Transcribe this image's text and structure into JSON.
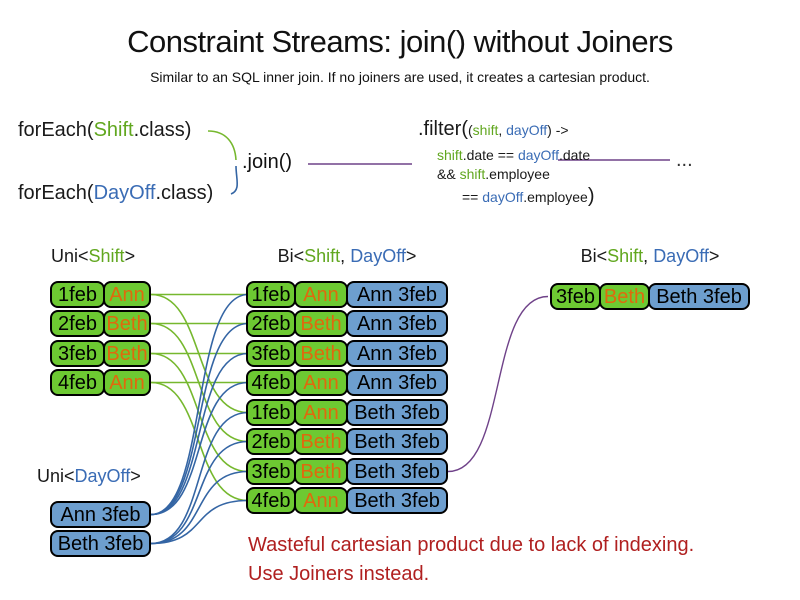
{
  "title": "Constraint Streams: join() without Joiners",
  "subtitle": "Similar to an SQL inner join. If no joiners are used, it creates a cartesian product.",
  "colors": {
    "box_green": "#6dc932",
    "box_blue": "#6d9ece",
    "name_orange": "#e0690d",
    "type_green": "#61a71f",
    "type_blue": "#3a6cb5",
    "line_green": "#76b82e",
    "line_blue": "#3465a4",
    "line_purple": "#6f4289",
    "warning_red": "#b02020"
  },
  "code": {
    "foreach_shift": [
      {
        "t": "forEach(",
        "c": "black"
      },
      {
        "t": "Shift",
        "c": "green"
      },
      {
        "t": ".class)",
        "c": "black"
      }
    ],
    "foreach_dayoff": [
      {
        "t": "forEach(",
        "c": "black"
      },
      {
        "t": "DayOff",
        "c": "blue"
      },
      {
        "t": ".class)",
        "c": "black"
      }
    ],
    "join_label": ".join()",
    "ellipsis": "...",
    "filter_l1": [
      {
        "t": ".filter(",
        "c": "black",
        "s": "lg"
      },
      {
        "t": "(",
        "c": "black"
      },
      {
        "t": "shift",
        "c": "green"
      },
      {
        "t": ", ",
        "c": "black"
      },
      {
        "t": "dayOff",
        "c": "blue"
      },
      {
        "t": ") ->",
        "c": "black"
      }
    ],
    "filter_l2": [
      {
        "t": "shift",
        "c": "green"
      },
      {
        "t": ".date == ",
        "c": "black"
      },
      {
        "t": "dayOff",
        "c": "blue"
      },
      {
        "t": ".date",
        "c": "black"
      }
    ],
    "filter_l3": [
      {
        "t": "&& ",
        "c": "black"
      },
      {
        "t": "shift",
        "c": "green"
      },
      {
        "t": ".employee",
        "c": "black"
      }
    ],
    "filter_l4": [
      {
        "t": "== ",
        "c": "black"
      },
      {
        "t": "dayOff",
        "c": "blue"
      },
      {
        "t": ".employee",
        "c": "black"
      },
      {
        "t": ")",
        "c": "black",
        "s": "lg"
      }
    ]
  },
  "tables": {
    "uni_shift": {
      "header": [
        {
          "t": "Uni<",
          "c": "black"
        },
        {
          "t": "Shift",
          "c": "green"
        },
        {
          "t": ">",
          "c": "black"
        }
      ],
      "rows": [
        [
          "1feb",
          "Ann"
        ],
        [
          "2feb",
          "Beth"
        ],
        [
          "3feb",
          "Beth"
        ],
        [
          "4feb",
          "Ann"
        ]
      ]
    },
    "bi": {
      "header": [
        {
          "t": "Bi<",
          "c": "black"
        },
        {
          "t": "Shift",
          "c": "green"
        },
        {
          "t": ", ",
          "c": "black"
        },
        {
          "t": "DayOff",
          "c": "blue"
        },
        {
          "t": ">",
          "c": "black"
        }
      ],
      "rows": [
        [
          "1feb",
          "Ann",
          "Ann 3feb"
        ],
        [
          "2feb",
          "Beth",
          "Ann 3feb"
        ],
        [
          "3feb",
          "Beth",
          "Ann 3feb"
        ],
        [
          "4feb",
          "Ann",
          "Ann 3feb"
        ],
        [
          "1feb",
          "Ann",
          "Beth 3feb"
        ],
        [
          "2feb",
          "Beth",
          "Beth 3feb"
        ],
        [
          "3feb",
          "Beth",
          "Beth 3feb"
        ],
        [
          "4feb",
          "Ann",
          "Beth 3feb"
        ]
      ]
    },
    "result": {
      "header": [
        {
          "t": "Bi<",
          "c": "black"
        },
        {
          "t": "Shift",
          "c": "green"
        },
        {
          "t": ", ",
          "c": "black"
        },
        {
          "t": "DayOff",
          "c": "blue"
        },
        {
          "t": ">",
          "c": "black"
        }
      ],
      "rows": [
        [
          "3feb",
          "Beth",
          "Beth 3feb"
        ]
      ]
    },
    "uni_dayoff": {
      "header": [
        {
          "t": "Uni<",
          "c": "black"
        },
        {
          "t": "DayOff",
          "c": "blue"
        },
        {
          "t": ">",
          "c": "black"
        }
      ],
      "rows": [
        [
          "Ann 3feb"
        ],
        [
          "Beth 3feb"
        ]
      ]
    }
  },
  "connections": {
    "shift_to_bi": [
      [
        0,
        0
      ],
      [
        1,
        1
      ],
      [
        2,
        2
      ],
      [
        3,
        3
      ],
      [
        0,
        4
      ],
      [
        1,
        5
      ],
      [
        2,
        6
      ],
      [
        3,
        7
      ]
    ],
    "dayoff_to_bi": [
      [
        0,
        0
      ],
      [
        0,
        1
      ],
      [
        0,
        2
      ],
      [
        0,
        3
      ],
      [
        1,
        4
      ],
      [
        1,
        5
      ],
      [
        1,
        6
      ],
      [
        1,
        7
      ]
    ],
    "bi_to_result": [
      [
        6,
        0
      ]
    ]
  },
  "warning": {
    "line1": "Wasteful cartesian product due to lack of indexing.",
    "line2": "Use Joiners instead."
  }
}
